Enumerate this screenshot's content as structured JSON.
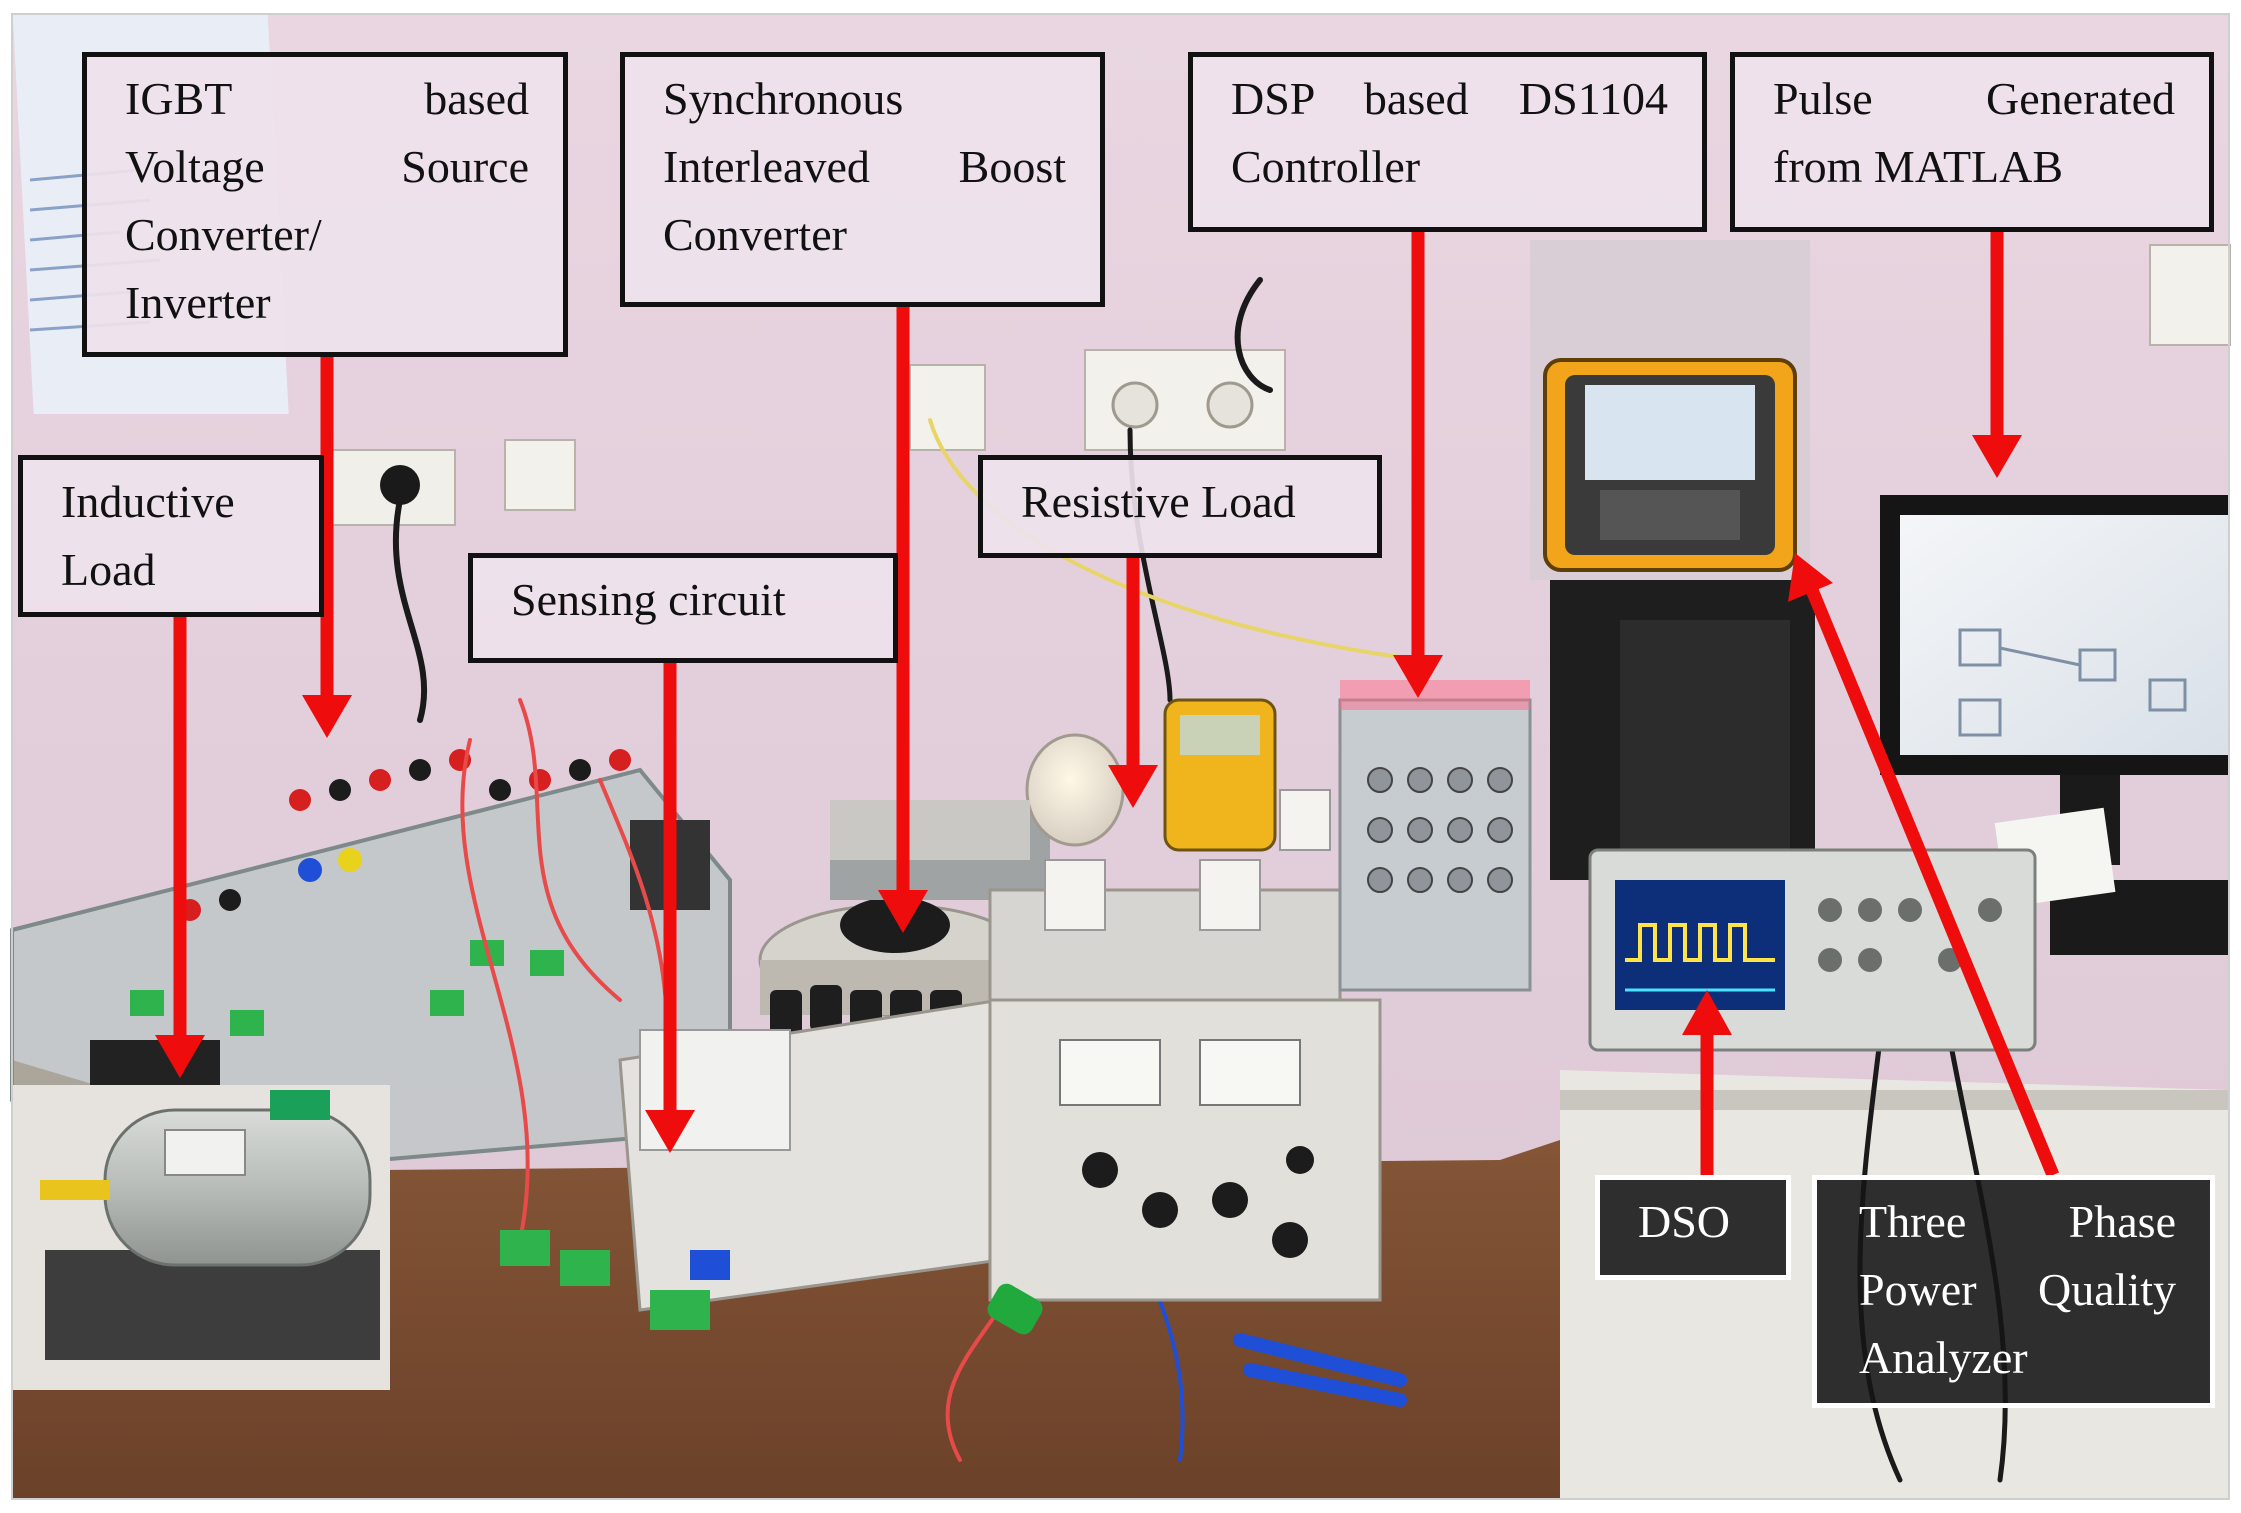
{
  "colors": {
    "wall": "#e7d2df",
    "arrow": "#ee0c0c",
    "label_border_light": "#111111",
    "label_border_dark": "#ffffff"
  },
  "labels": {
    "igbt": [
      "IGBT based",
      "Voltage Source",
      "Converter/",
      "Inverter"
    ],
    "boost": [
      "Synchronous",
      "Interleaved Boost",
      "Converter"
    ],
    "dsp": [
      "DSP based DS1104",
      "Controller"
    ],
    "pulse": [
      "Pulse Generated",
      "from MATLAB"
    ],
    "inductive": [
      "Inductive",
      "Load"
    ],
    "sensing": [
      "Sensing circuit"
    ],
    "resistive": [
      "Resistive Load"
    ],
    "dso": [
      "DSO"
    ],
    "analyzer": [
      "Three Phase",
      "Power Quality",
      "Analyzer"
    ]
  }
}
